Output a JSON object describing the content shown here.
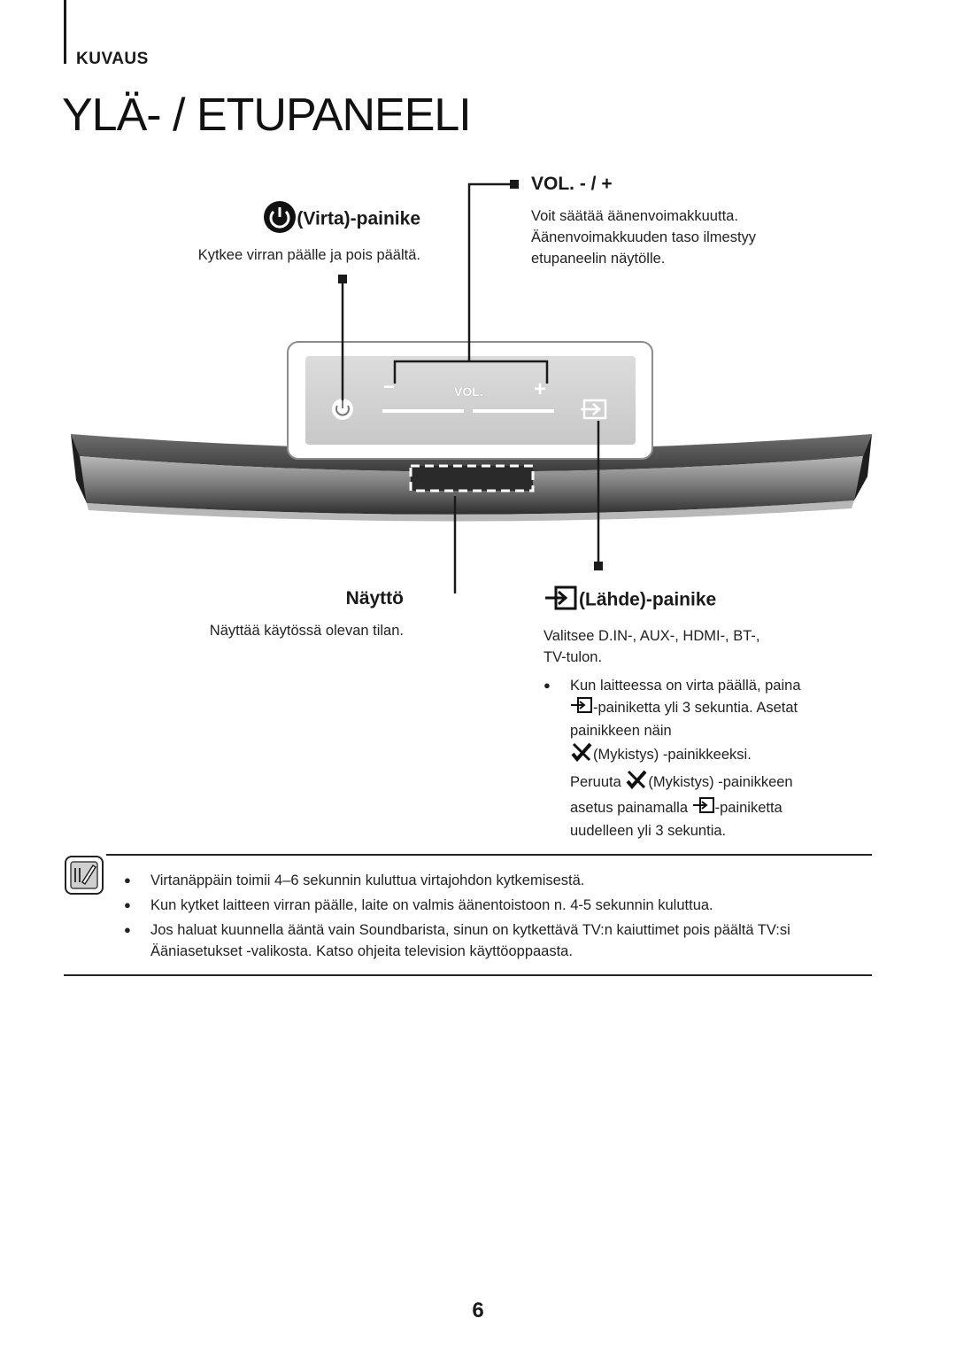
{
  "header": {
    "section": "KUVAUS",
    "title": "YLÄ- / ETUPANEELI"
  },
  "callouts": {
    "power": {
      "icon": "power-icon",
      "title": "(Virta)-painike",
      "description": "Kytkee virran päälle ja pois päältä."
    },
    "volume": {
      "title": "VOL. - / +",
      "description_lines": [
        "Voit säätää äänenvoimakkuutta.",
        "Äänenvoimakkuuden taso ilmestyy",
        "etupaneelin näytölle."
      ]
    },
    "display": {
      "title": "Näyttö",
      "description": "Näyttää käytössä olevan tilan."
    },
    "source": {
      "icon": "source-icon",
      "title": "(Lähde)-painike",
      "description_lines": [
        "Valitsee D.IN-, AUX-, HDMI-, BT-,",
        "TV-tulon."
      ],
      "bullet": {
        "line1": "Kun laitteessa on virta päällä, paina",
        "line2": "-painiketta yli 3 sekuntia. Asetat",
        "line3": "painikkeen näin",
        "line4": "(Mykistys) -painikkeeksi.",
        "line5a": "Peruuta",
        "line5b": "(Mykistys) -painikkeen",
        "line6a": "asetus painamalla",
        "line6b": "-painiketta",
        "line7": "uudelleen yli 3 sekuntia."
      }
    }
  },
  "device": {
    "vol_label": "VOL.",
    "minus": "−",
    "plus": "+"
  },
  "notes": {
    "icon": "note-pencil-icon",
    "items": [
      "Virtanäppäin toimii 4–6 sekunnin kuluttua virtajohdon kytkemisestä.",
      "Kun kytket laitteen virran päälle, laite on valmis äänentoistoon n. 4-5 sekunnin kuluttua.",
      "Jos haluat kuunnella ääntä vain Soundbarista, sinun on kytkettävä TV:n kaiuttimet pois päältä TV:si Ääniasetukset -valikosta. Katso ohjeita television käyttöoppaasta."
    ]
  },
  "footer": {
    "page_number": "6"
  },
  "colors": {
    "text": "#1a1a1a",
    "panel_bg": "#d6d6d6",
    "panel_border": "#8c8c8c",
    "soundbar_dark": "#3a3a3a"
  }
}
